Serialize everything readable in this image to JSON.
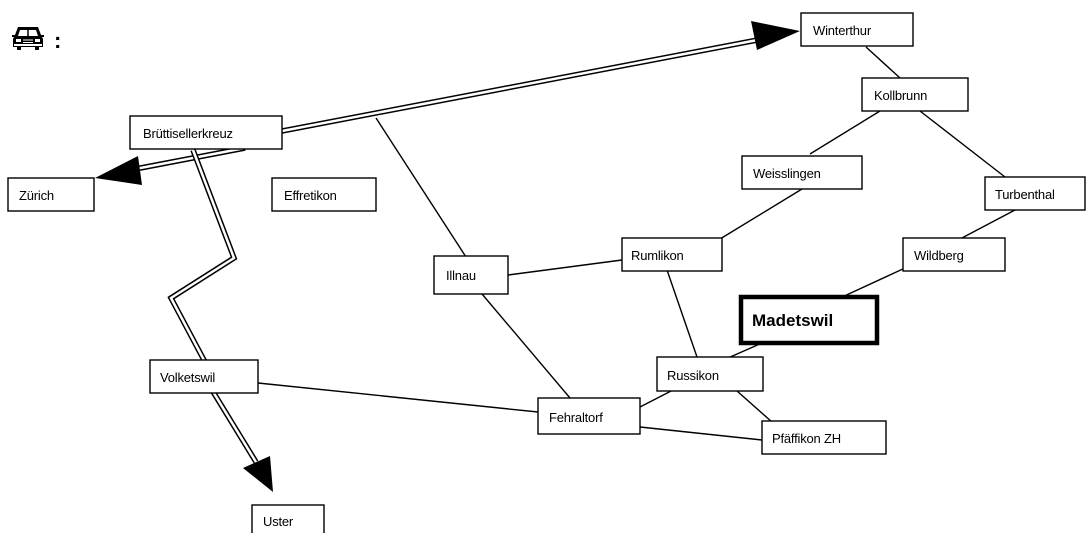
{
  "legend": {
    "icon": "car-icon",
    "separator": ":"
  },
  "places": [
    {
      "id": "winterthur",
      "label": "Winterthur"
    },
    {
      "id": "kollbrunn",
      "label": "Kollbrunn"
    },
    {
      "id": "bruettisellerkreuz",
      "label": "Brüttisellerkreuz"
    },
    {
      "id": "zuerich",
      "label": "Zürich"
    },
    {
      "id": "effretikon",
      "label": "Effretikon"
    },
    {
      "id": "weisslingen",
      "label": "Weisslingen"
    },
    {
      "id": "turbenthal",
      "label": "Turbenthal"
    },
    {
      "id": "illnau",
      "label": "Illnau"
    },
    {
      "id": "rumlikon",
      "label": "Rumlikon"
    },
    {
      "id": "wildberg",
      "label": "Wildberg"
    },
    {
      "id": "madetswil",
      "label": "Madetswil",
      "highlight": true
    },
    {
      "id": "volketswil",
      "label": "Volketswil"
    },
    {
      "id": "russikon",
      "label": "Russikon"
    },
    {
      "id": "fehraltorf",
      "label": "Fehraltorf"
    },
    {
      "id": "pfaeffikon",
      "label": "Pfäffikon ZH"
    },
    {
      "id": "uster",
      "label": "Uster"
    }
  ],
  "roads": [
    [
      "winterthur",
      "kollbrunn"
    ],
    [
      "kollbrunn",
      "weisslingen"
    ],
    [
      "kollbrunn",
      "turbenthal"
    ],
    [
      "weisslingen",
      "rumlikon"
    ],
    [
      "turbenthal",
      "wildberg"
    ],
    [
      "wildberg",
      "madetswil"
    ],
    [
      "madetswil",
      "russikon"
    ],
    [
      "rumlikon",
      "illnau"
    ],
    [
      "rumlikon",
      "russikon"
    ],
    [
      "illnau",
      "fehraltorf"
    ],
    [
      "illnau",
      "bruettisellerkreuz-winterthur-route"
    ],
    [
      "volketswil",
      "fehraltorf"
    ],
    [
      "fehraltorf",
      "russikon"
    ],
    [
      "fehraltorf",
      "pfaeffikon"
    ],
    [
      "russikon",
      "pfaeffikon"
    ]
  ],
  "highways": [
    [
      "bruettisellerkreuz",
      "winterthur"
    ],
    [
      "bruettisellerkreuz",
      "zuerich"
    ],
    [
      "bruettisellerkreuz",
      "uster"
    ]
  ],
  "colors": {
    "line": "#000000",
    "box_fill": "#ffffff"
  }
}
